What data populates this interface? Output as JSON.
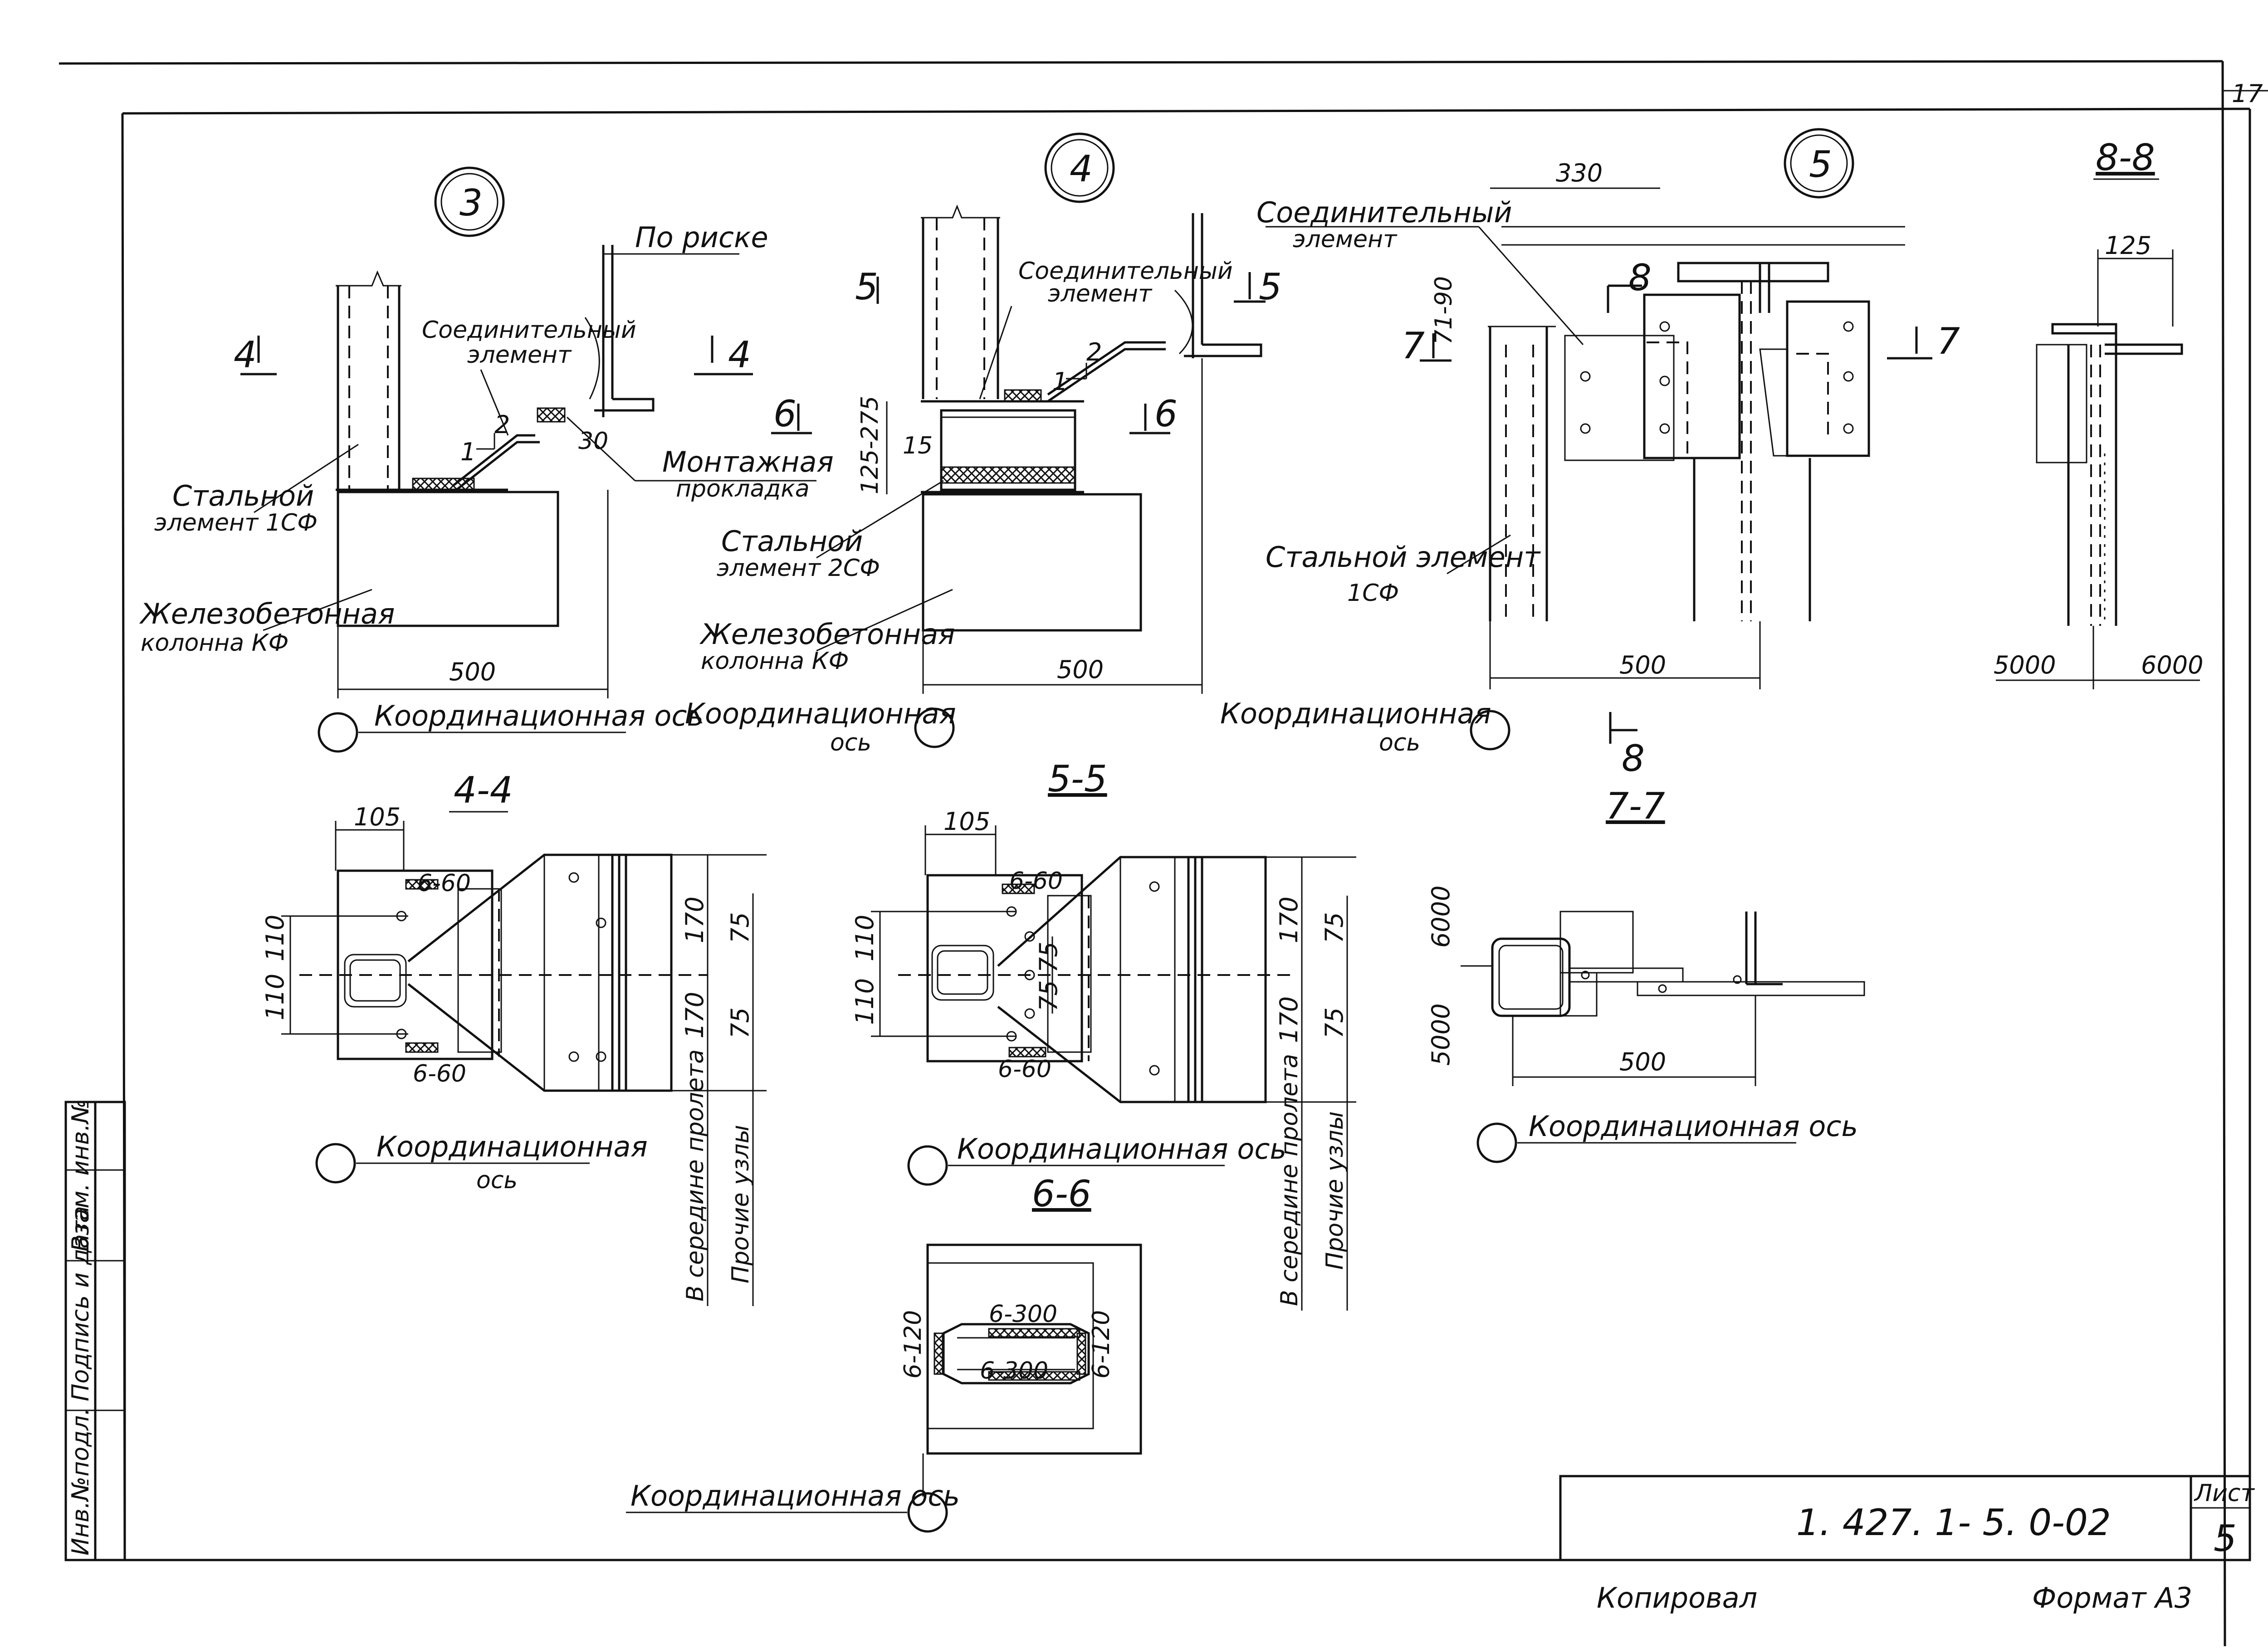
{
  "sheet": {
    "page_number": "17",
    "title_block": {
      "designation": "1. 427. 1- 5. 0-02",
      "sheet_label": "Лист",
      "sheet_number": "5"
    },
    "copied_by": "Копировал",
    "format": "Формат А3",
    "side_stamp": [
      "Инв.№подл.",
      "Подпись и дата",
      "Взам. инв.№"
    ]
  },
  "node3": {
    "marker": "3",
    "po_riske": "По риске",
    "connector": [
      "Соединительный",
      "элемент"
    ],
    "mounting_pad": [
      "Монтажная",
      "прокладка"
    ],
    "steel_element": [
      "Стальной",
      "элемент 1СФ"
    ],
    "rc_column": [
      "Железобетонная",
      "колонна КФ"
    ],
    "dim_width": "500",
    "dim_30": "30",
    "slope_1": "1",
    "slope_2": "2",
    "cut_a": "4",
    "cut_b": "4",
    "axis": "Координационная ось"
  },
  "node4": {
    "marker": "4",
    "connector": [
      "Соединительный",
      "элемент"
    ],
    "steel_element": [
      "Стальной",
      "элемент 2СФ"
    ],
    "rc_column": [
      "Железобетонная",
      "колонна КФ"
    ],
    "dim_width": "500",
    "dim_height": "125-275",
    "dim_15": "15",
    "slope_1": "1",
    "slope_2": "2",
    "cut5a": "5",
    "cut5b": "5",
    "cut6a": "6",
    "cut6b": "6",
    "axis": [
      "Координационная",
      "ось"
    ]
  },
  "node5": {
    "marker": "5",
    "connector": [
      "Соединительный",
      "элемент"
    ],
    "steel_element": [
      "Стальной элемент",
      "1СФ"
    ],
    "dim_330": "330",
    "dim_top": "71-90",
    "dim_width": "500",
    "cut7a": "7",
    "cut7b": "7",
    "cut8a": "8",
    "cut8b": "8",
    "axis": [
      "Координационная",
      "ось"
    ]
  },
  "section88": {
    "title": "8-8",
    "dim_125": "125",
    "dim_left": "5000",
    "dim_right": "6000"
  },
  "section44": {
    "title": "4-4",
    "dim_105": "105",
    "weld_top": "6-60",
    "weld_bot": "6-60",
    "dim_110a": "110",
    "dim_110b": "110",
    "dim_170a": "170",
    "dim_170b": "170",
    "dim_75a": "75",
    "dim_75b": "75",
    "mid_span": "В середине пролета",
    "other_nodes": "Прочие узлы",
    "axis": [
      "Координационная",
      "ось"
    ]
  },
  "section55": {
    "title": "5-5",
    "dim_105": "105",
    "weld_top": "6-60",
    "weld_bot": "6-60",
    "dim_110a": "110",
    "dim_110b": "110",
    "dim_75a": "75",
    "dim_75b": "75",
    "dim_170a": "170",
    "dim_170b": "170",
    "dim_75c": "75",
    "dim_75d": "75",
    "mid_span": "В середине пролета",
    "other_nodes": "Прочие узлы",
    "axis": "Координационная ось"
  },
  "section77": {
    "title": "7-7",
    "dim_6000": "6000",
    "dim_5000": "5000",
    "dim_500": "500",
    "axis": "Координационная ось"
  },
  "section66": {
    "title": "6-6",
    "weld_top": "6-300",
    "weld_bot": "6-300",
    "weld_left": "6-120",
    "weld_right": "6-120",
    "axis": "Координационная ось"
  }
}
